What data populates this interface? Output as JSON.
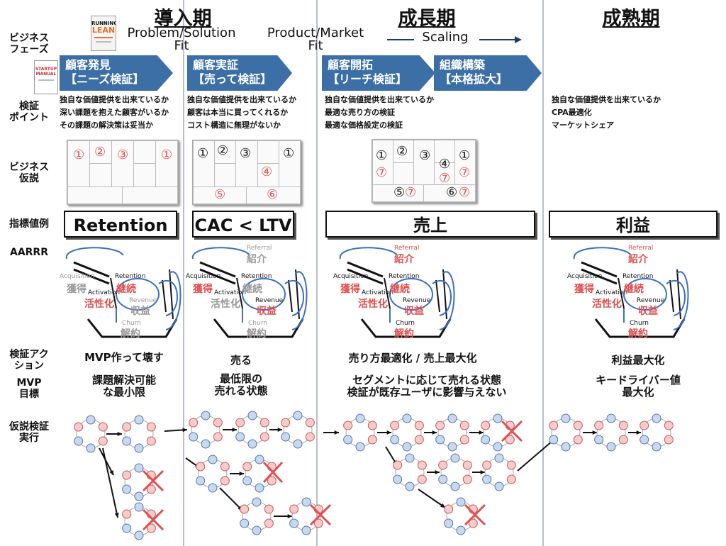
{
  "phases": [
    "導入期",
    "成長期",
    "成熟期"
  ],
  "fit_labels": {
    "problem_solution": "Problem/Solution\nFit",
    "product_market": "Product/Market\nFit",
    "scaling": "Scaling"
  },
  "book1": {
    "line1": "RUNNING",
    "line2": "LEAN"
  },
  "book2": {
    "line1": "STARTUP",
    "line2": "MANUAL"
  },
  "row_labels": {
    "business_phase": "ビジネス\nフェーズ",
    "verification_point": "検証\nポイント",
    "business_hypothesis": "ビジネス\n仮説",
    "metric_example": "指標値例",
    "aarrr": "AARRR",
    "verification_action": "検証アク\nション",
    "mvp_goal": "MVP\n目標",
    "hypothesis_execution": "仮説検証\n実行"
  },
  "stages": [
    {
      "label": "顧客発見\n【ニーズ検証】"
    },
    {
      "label": "顧客実証\n【売って検証】"
    },
    {
      "label": "顧客開拓\n【リーチ検証】"
    },
    {
      "label": "組織構築\n【本格拡大】"
    }
  ],
  "verification_points": [
    "独自な価値提供を出来ているか\n深い課題を抱えた顧客がいるか\nその課題の解決策は妥当か",
    "独自な価値提供を出来ているか\n顧客は本当に買ってくれるか\nコスト構造に無理がないか",
    "独自な価値提供を出来ているか\n最適な売り方の検証\n最適な価格設定の検証",
    "独自な価値提供を出来ているか\nCPA最適化\nマーケットシェア"
  ],
  "canvas_numbers": {
    "c1": [
      "①",
      "②",
      "③",
      "①"
    ],
    "c2": [
      "①",
      "②",
      "③",
      "④",
      "①",
      "⑤",
      "⑥"
    ],
    "c3": [
      "①",
      "②",
      "③",
      "④",
      "①",
      "⑦",
      "⑦",
      "⑦",
      "⑤",
      "⑦",
      "⑥",
      "⑦"
    ]
  },
  "metrics": [
    "Retention",
    "CAC < LTV",
    "売上",
    "利益"
  ],
  "aarrr_labels": {
    "acquisition": "Acquisition",
    "acquisition_ja": "獲得",
    "activation": "Activation",
    "activation_ja": "活性化",
    "retention": "Retention",
    "retention_ja": "継続",
    "revenue": "Revenue",
    "revenue_ja": "収益",
    "churn": "Churn",
    "churn_ja": "解約",
    "referral": "Referral",
    "referral_ja": "紹介"
  },
  "actions": [
    "MVP作って壊す",
    "売る",
    "売り方最適化 / 売上最大化",
    "利益最大化"
  ],
  "mvp_goals": [
    "課題解決可能\nな最小限",
    "最低限の\n売れる状態",
    "セグメントに応じて売れる状態\n検証が既存ユーザに影響与えない",
    "キードライバー値\n最大化"
  ],
  "colors": {
    "accent_blue": "#3b6fa5",
    "red": "#e05050",
    "gray": "#999999",
    "divider": "#b8c0cc"
  }
}
